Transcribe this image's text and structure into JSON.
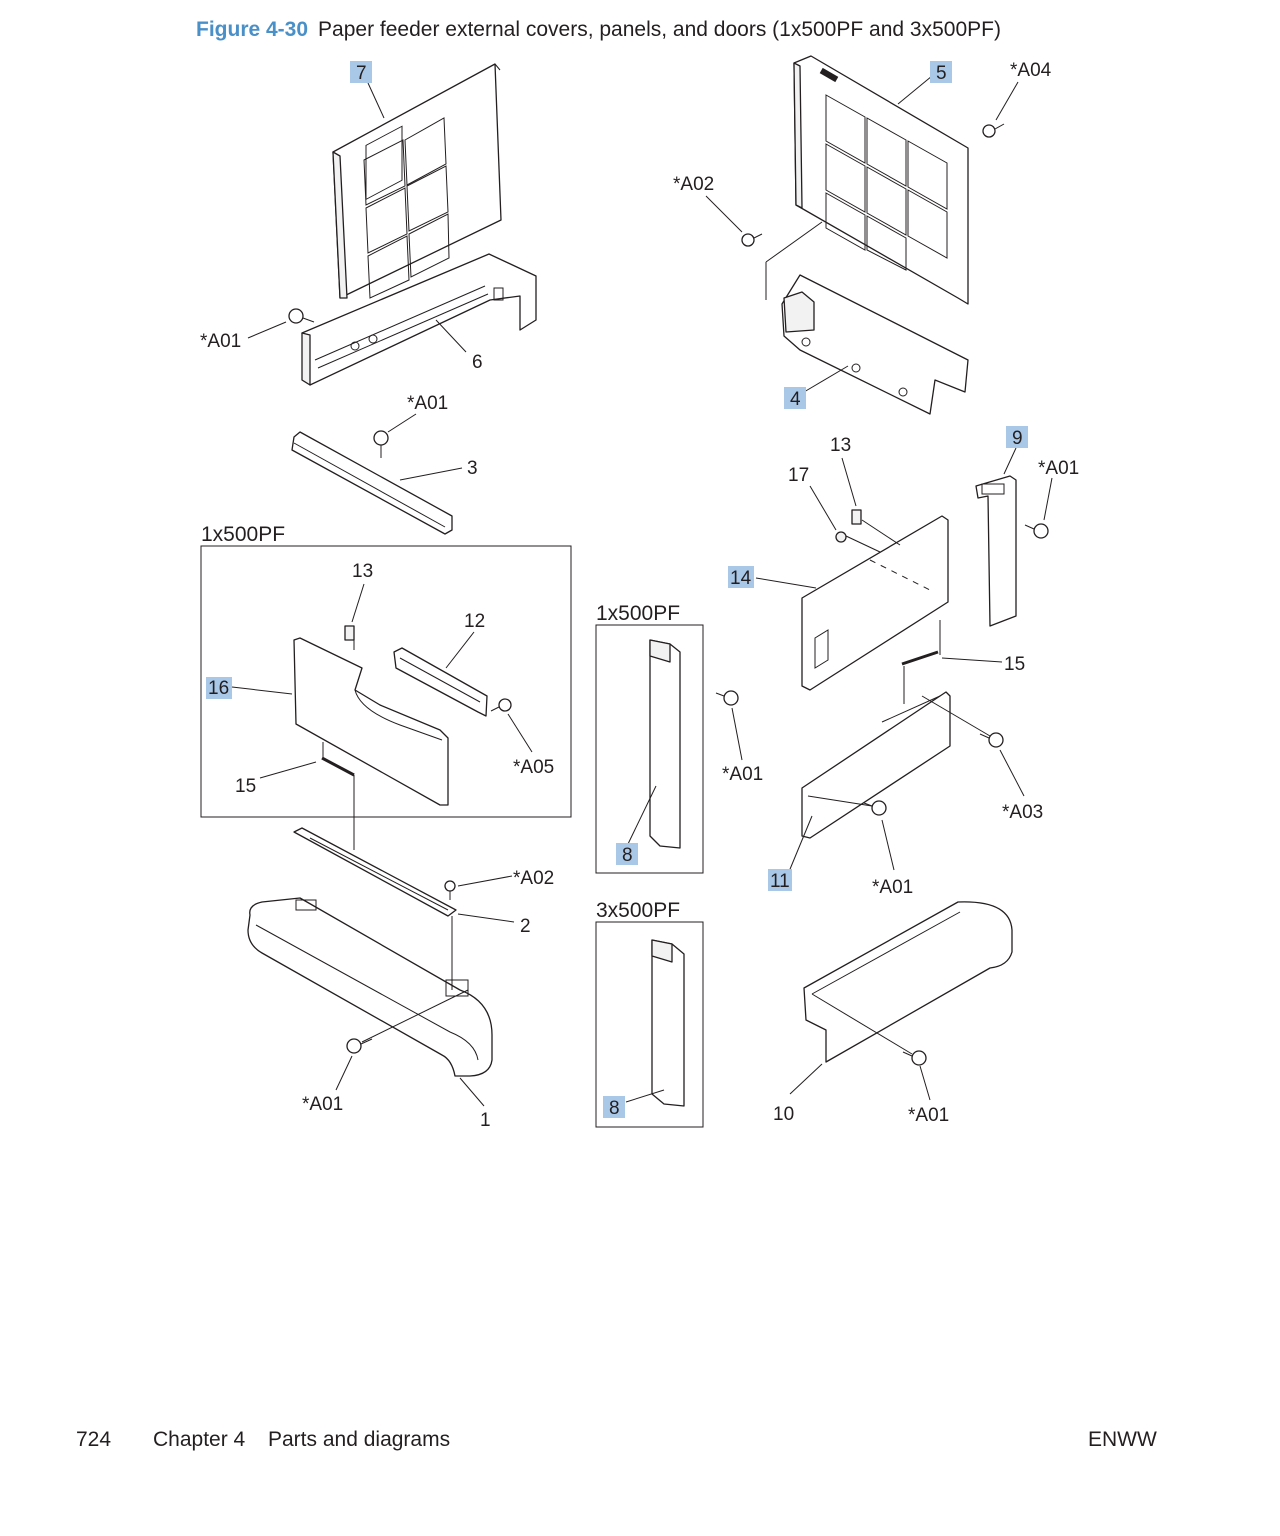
{
  "caption": {
    "figure_label": "Figure 4-30",
    "title": "Paper feeder external covers, panels, and doors (1x500PF and 3x500PF)"
  },
  "callouts": {
    "c7": "7",
    "c5": "5",
    "a04": "*A04",
    "a02_top": "*A02",
    "a01_left": "*A01",
    "c6": "6",
    "c4": "4",
    "a01_mid": "*A01",
    "c3": "3",
    "c13_right": "13",
    "c9": "9",
    "c17": "17",
    "a01_right9": "*A01",
    "c14": "14",
    "c15_right": "15",
    "a03": "*A03",
    "c11": "11",
    "a01_c11": "*A01",
    "c13_box": "13",
    "c12": "12",
    "c16": "16",
    "a05": "*A05",
    "c15_box": "15",
    "a02_bottom": "*A02",
    "c2": "2",
    "a01_bottom_left": "*A01",
    "c1": "1",
    "a01_c8": "*A01",
    "c8_top": "8",
    "c8_bottom": "8",
    "c10": "10",
    "a01_bottom_right": "*A01"
  },
  "groups": {
    "left_box": "1x500PF",
    "mid_box_top": "1x500PF",
    "mid_box_bottom": "3x500PF"
  },
  "highlight_color": "#a9c8e8",
  "caption_color": "#4a90c8",
  "footer": {
    "page_number": "724",
    "chapter": "Chapter 4",
    "chapter_title": "Parts and diagrams",
    "edition": "ENWW"
  }
}
